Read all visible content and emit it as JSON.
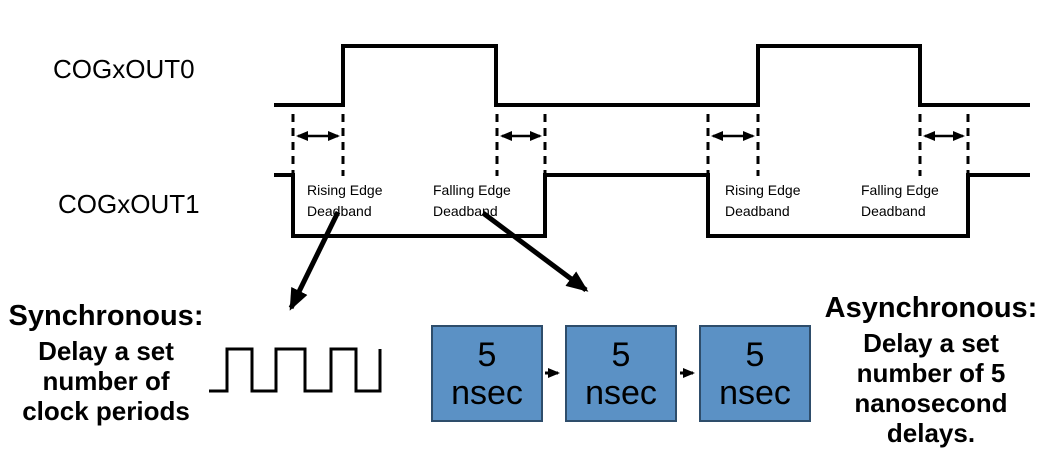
{
  "diagram": {
    "signals": [
      {
        "label": "COGxOUT0"
      },
      {
        "label": "COGxOUT1"
      }
    ],
    "deadbands": [
      {
        "line1": "Rising Edge",
        "line2": "Deadband"
      },
      {
        "line1": "Falling Edge",
        "line2": "Deadband"
      },
      {
        "line1": "Rising Edge",
        "line2": "Deadband"
      },
      {
        "line1": "Falling Edge",
        "line2": "Deadband"
      }
    ],
    "synchronous_note": {
      "heading": "Synchronous:",
      "lines": [
        "Delay a set",
        "number of",
        "clock periods"
      ]
    },
    "asynchronous_note": {
      "heading": "Asynchronous:",
      "lines": [
        "Delay a set",
        "number of 5",
        "nanosecond",
        "delays."
      ]
    },
    "delay_cells": [
      {
        "value": "5",
        "unit": "nsec"
      },
      {
        "value": "5",
        "unit": "nsec"
      },
      {
        "value": "5",
        "unit": "nsec"
      }
    ],
    "colors": {
      "delay_cell_fill": "#5B91C5",
      "delay_cell_border": "#2E4D6B",
      "line_color": "#000000"
    }
  }
}
